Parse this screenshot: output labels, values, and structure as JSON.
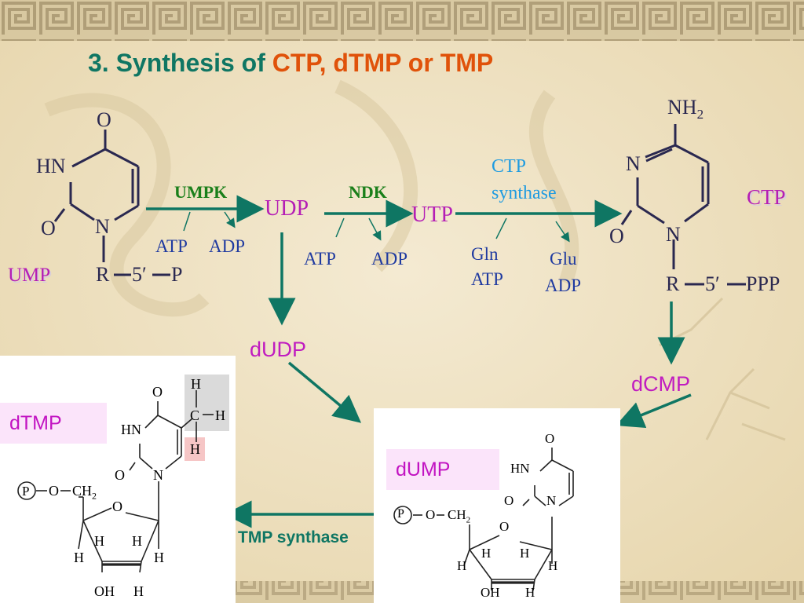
{
  "title": {
    "prefix": "3. Synthesis  of ",
    "highlight": "CTP, dTMP or TMP"
  },
  "enzymes": {
    "umpk": "UMPK",
    "ndk": "NDK",
    "ctp_synthase_1": "CTP",
    "ctp_synthase_2": "synthase",
    "tmp_synthase": "TMP synthase"
  },
  "metabolites": {
    "udp": "UDP",
    "utp": "UTP",
    "dudp": "dUDP",
    "dcmp": "dCMP",
    "dump": "dUMP",
    "dtmp": "dTMP",
    "ctp": "CTP",
    "ump": "UMP"
  },
  "cofactors": {
    "atp1": "ATP",
    "adp1": "ADP",
    "atp2": "ATP",
    "adp2": "ADP",
    "gln": "Gln",
    "atp3": "ATP",
    "glu": "Glu",
    "adp3": "ADP"
  },
  "ump_structure": {
    "o_top": "O",
    "hn": "HN",
    "o_left": "O",
    "n": "N",
    "r": "R",
    "five_prime": "5′",
    "p": "P"
  },
  "ctp_structure": {
    "nh2": "NH",
    "nh2_sub": "2",
    "n3": "N",
    "o": "O",
    "n1": "N",
    "r": "R",
    "five_prime": "5′",
    "ppp": "PPP"
  },
  "dump_structure": {
    "o": "O",
    "hn": "HN",
    "o2": "O",
    "n": "N",
    "p": "P",
    "o_link": "O",
    "ch2": "CH",
    "ch2_sub": "2",
    "ring_o": "O",
    "h1": "H",
    "h2": "H",
    "h3": "H",
    "h4": "H",
    "oh": "OH",
    "h5": "H"
  },
  "dtmp_structure": {
    "o": "O",
    "hn": "HN",
    "o2": "O",
    "n": "N",
    "p": "P",
    "o_link": "O",
    "ch2": "CH",
    "ch2_sub": "2",
    "ring_o": "O",
    "h1": "H",
    "h2": "H",
    "h3": "H",
    "h4": "H",
    "oh": "OH",
    "h5": "H",
    "me_h_top": "H",
    "me_c": "C",
    "me_h_right": "H",
    "me_h_bottom": "H"
  },
  "colors": {
    "teal": "#0f7663",
    "orange": "#e0520a",
    "magenta": "#b51eb5",
    "green": "#1a7f1a",
    "blue": "#1f9be0",
    "navy": "#1f3aa0",
    "arrow": "#0f7663"
  }
}
